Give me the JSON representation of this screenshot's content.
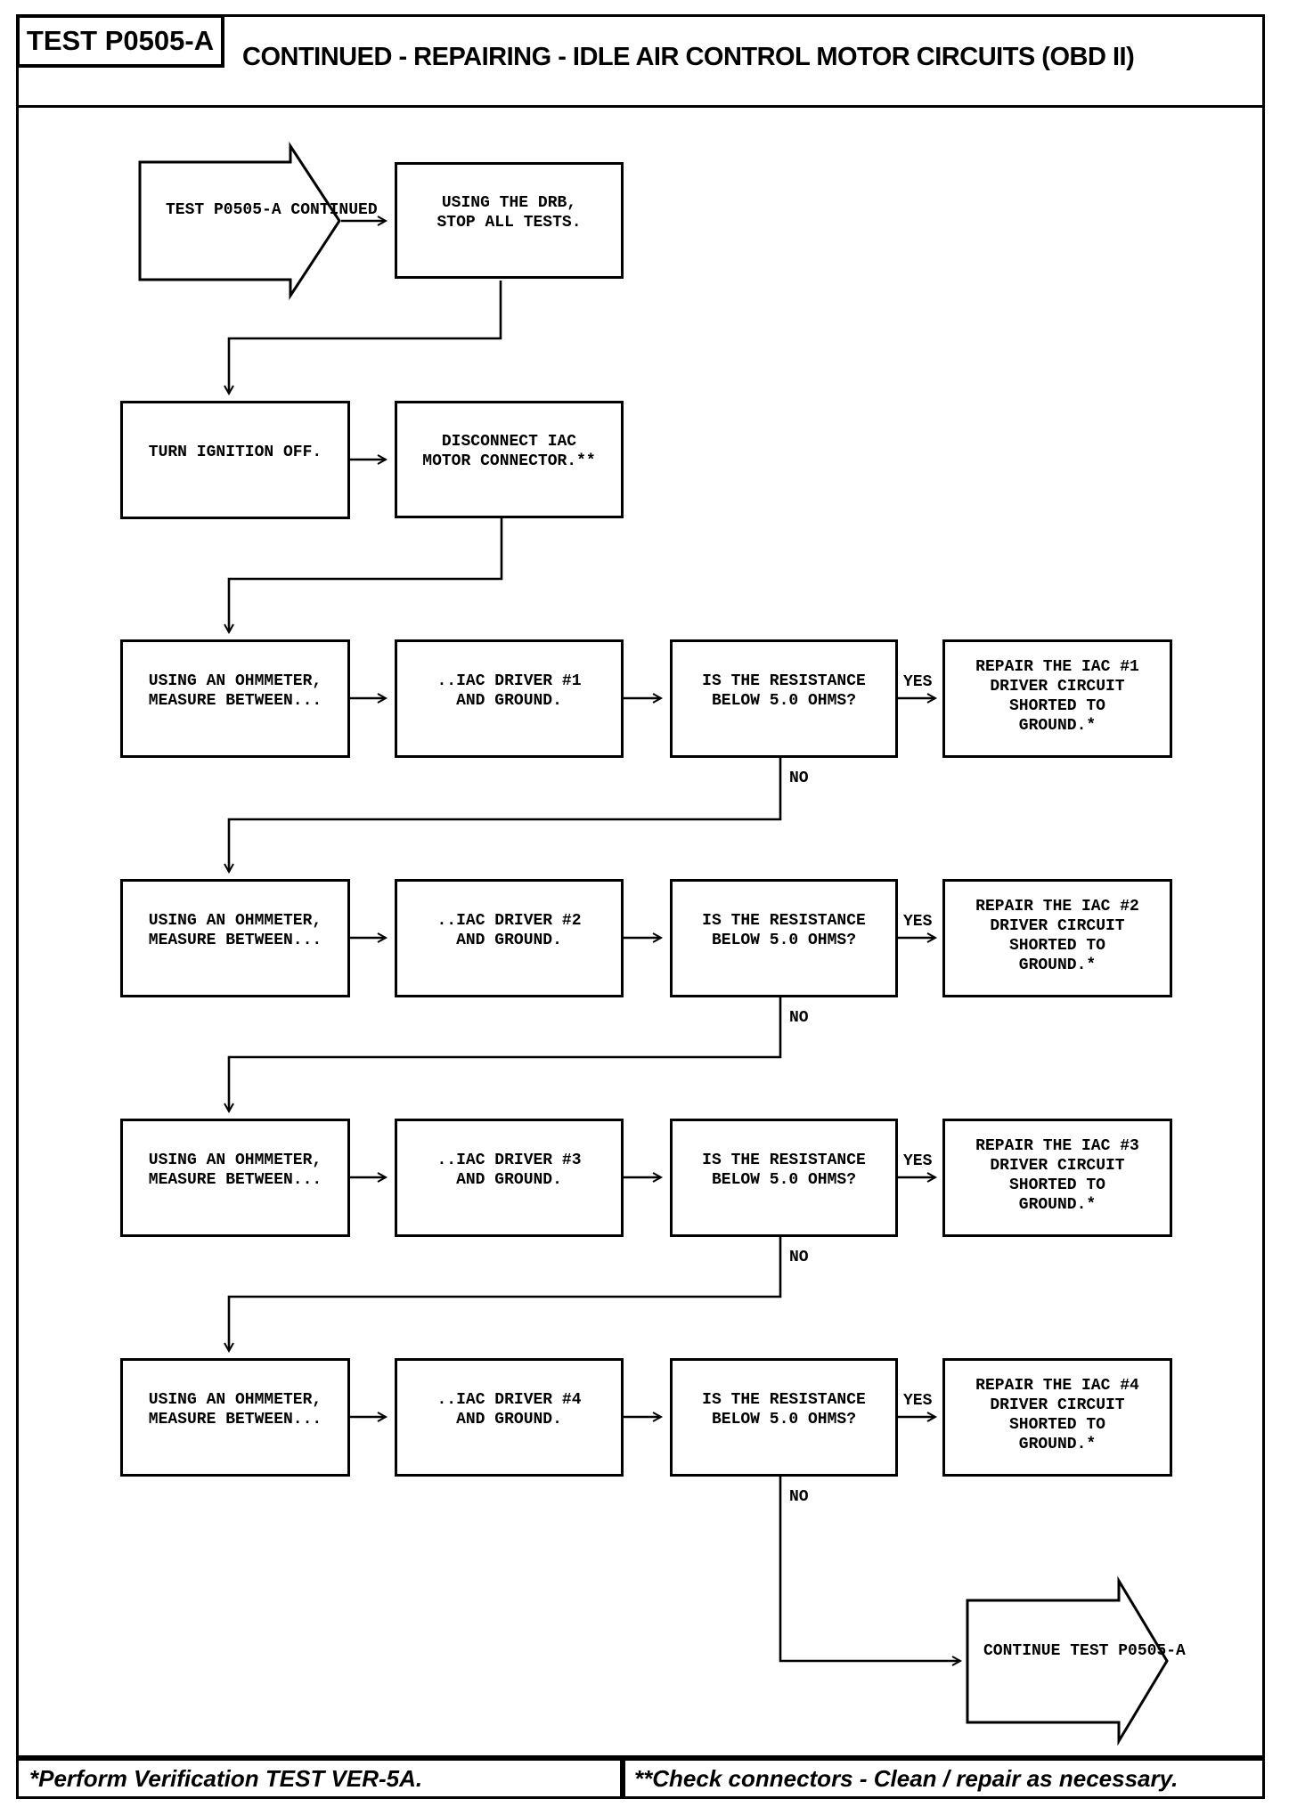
{
  "header": {
    "test_id": "TEST P0505-A",
    "title": "CONTINUED - REPAIRING - IDLE AIR CONTROL MOTOR CIRCUITS (OBD II)"
  },
  "flowchart": {
    "start": "TEST P0505-A\nCONTINUED",
    "stop_tests": "USING THE DRB,\nSTOP ALL TESTS.",
    "ignition_off": "TURN IGNITION OFF.",
    "disconnect": "DISCONNECT IAC\nMOTOR CONNECTOR.**",
    "rows": [
      {
        "measure": "USING AN OHMMETER,\nMEASURE BETWEEN...",
        "target": "..IAC DRIVER #1\nAND GROUND.",
        "question": "IS THE RESISTANCE\nBELOW 5.0 OHMS?",
        "yes_label": "YES",
        "no_label": "NO",
        "repair": "REPAIR THE IAC #1\nDRIVER CIRCUIT\nSHORTED TO\nGROUND.*"
      },
      {
        "measure": "USING AN OHMMETER,\nMEASURE BETWEEN...",
        "target": "..IAC DRIVER #2\nAND GROUND.",
        "question": "IS THE RESISTANCE\nBELOW 5.0 OHMS?",
        "yes_label": "YES",
        "no_label": "NO",
        "repair": "REPAIR THE IAC #2\nDRIVER CIRCUIT\nSHORTED TO\nGROUND.*"
      },
      {
        "measure": "USING AN OHMMETER,\nMEASURE BETWEEN...",
        "target": "..IAC DRIVER #3\nAND GROUND.",
        "question": "IS THE RESISTANCE\nBELOW 5.0 OHMS?",
        "yes_label": "YES",
        "no_label": "NO",
        "repair": "REPAIR THE IAC #3\nDRIVER CIRCUIT\nSHORTED TO\nGROUND.*"
      },
      {
        "measure": "USING AN OHMMETER,\nMEASURE BETWEEN...",
        "target": "..IAC DRIVER #4\nAND GROUND.",
        "question": "IS THE RESISTANCE\nBELOW 5.0 OHMS?",
        "yes_label": "YES",
        "no_label": "NO",
        "repair": "REPAIR THE IAC #4\nDRIVER CIRCUIT\nSHORTED TO\nGROUND.*"
      }
    ],
    "end": "CONTINUE TEST\nP0505-A"
  },
  "footer": {
    "note1": "*Perform Verification TEST VER-5A.",
    "note2": "**Check connectors - Clean / repair as necessary."
  },
  "colors": {
    "ink": "#000000",
    "paper": "#ffffff"
  }
}
